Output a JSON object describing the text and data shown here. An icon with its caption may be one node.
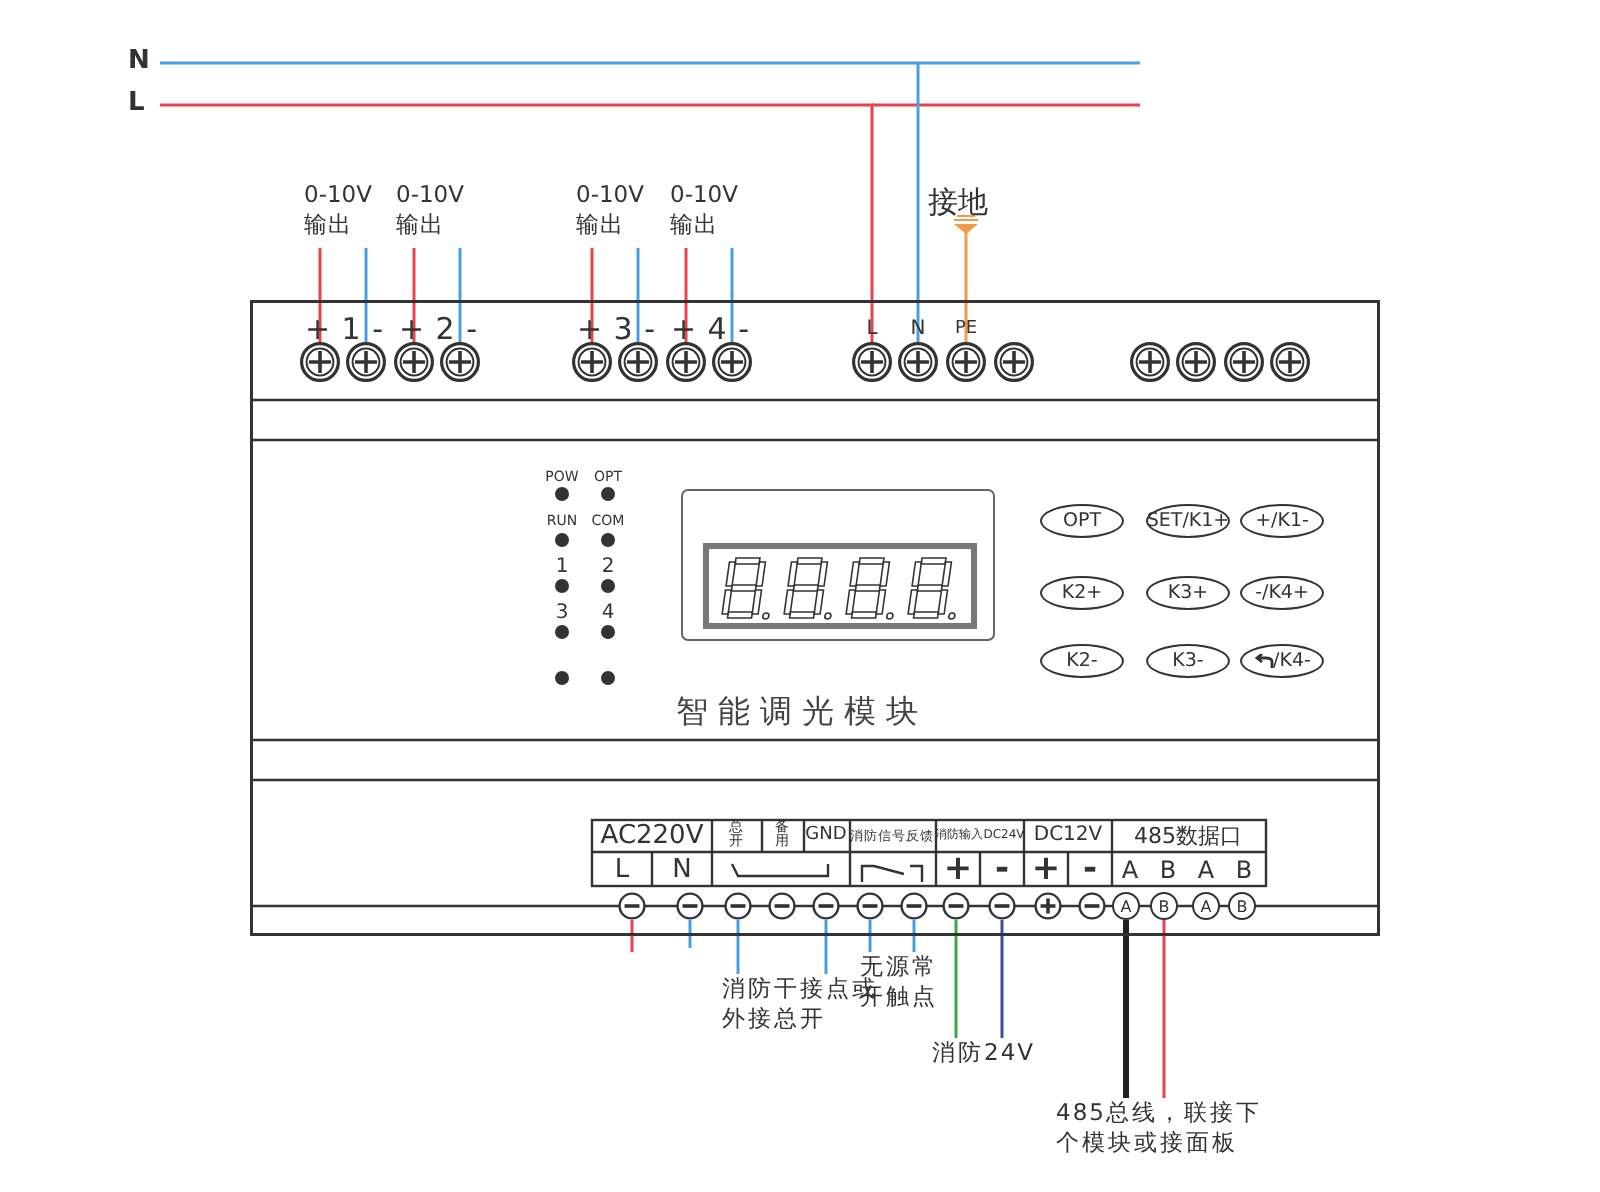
{
  "diagram": {
    "nodes": [
      {
        "text": [
          "智能调光模块"
        ]
      },
      {
        "text": [
          "N"
        ]
      },
      {
        "text": [
          "L"
        ]
      },
      {
        "text": [
          "0-10V 输出"
        ]
      },
      {
        "text": [
          "0-10V 输出"
        ]
      },
      {
        "text": [
          "0-10V 输出"
        ]
      },
      {
        "text": [
          "0-10V 输出"
        ]
      },
      {
        "text": [
          "接地"
        ]
      },
      {
        "text": [],
        "shape": "circle",
        "in": 0
      },
      {
        "text": [],
        "shape": "circle",
        "in": 0
      },
      {
        "text": [],
        "shape": "circle",
        "in": 0
      },
      {
        "text": [],
        "shape": "circle",
        "in": 0
      },
      {
        "text": [],
        "shape": "circle",
        "in": 0
      },
      {
        "text": [],
        "shape": "circle",
        "in": 0
      },
      {
        "text": [],
        "shape": "circle",
        "in": 0
      },
      {
        "text": [],
        "shape": "circle",
        "in": 0
      },
      {
        "text": [],
        "shape": "circle",
        "in": 0
      },
      {
        "text": [],
        "shape": "circle",
        "in": 0
      },
      {
        "text": [],
        "shape": "circle",
        "in": 0
      },
      {
        "text": [],
        "shape": "circle",
        "in": 0
      },
      {
        "text": [],
        "shape": "circle",
        "in": 0
      },
      {
        "text": [],
        "shape": "circle",
        "in": 0
      },
      {
        "text": [],
        "shape": "circle",
        "in": 0
      },
      {
        "text": [],
        "shape": "circle",
        "in": 0
      },
      {
        "text": [
          "OPT"
        ],
        "in": 0
      },
      {
        "text": [
          "SET/K1+"
        ],
        "in": 0
      },
      {
        "text": [
          "+/K1-"
        ],
        "in": 0
      },
      {
        "text": [
          "K2+"
        ],
        "in": 0
      },
      {
        "text": [
          "K3+"
        ],
        "in": 0
      },
      {
        "text": [
          "-/K4+"
        ],
        "in": 0
      },
      {
        "text": [
          "K2-"
        ],
        "in": 0
      },
      {
        "text": [
          "K3-"
        ],
        "in": 0
      },
      {
        "text": [
          "/K4-"
        ],
        "in": 0
      },
      {
        "text": [],
        "shape": "circle",
        "in": 0
      },
      {
        "text": [],
        "shape": "circle",
        "in": 0
      },
      {
        "text": [],
        "shape": "circle",
        "in": 0
      },
      {
        "text": [],
        "shape": "circle",
        "in": 0
      },
      {
        "text": [],
        "shape": "circle",
        "in": 0
      },
      {
        "text": [],
        "shape": "circle",
        "in": 0
      },
      {
        "text": [],
        "shape": "circle",
        "in": 0
      },
      {
        "text": [],
        "shape": "circle",
        "in": 0
      },
      {
        "text": [],
        "shape": "circle",
        "in": 0
      },
      {
        "text": [],
        "shape": "circle",
        "in": 0
      },
      {
        "text": [],
        "shape": "circle",
        "in": 0
      },
      {
        "text": [
          "A"
        ],
        "in": 0
      },
      {
        "text": [
          "B"
        ],
        "in": 0
      },
      {
        "text": [
          "A"
        ],
        "in": 0
      },
      {
        "text": [
          "B"
        ],
        "in": 0
      },
      {
        "text": [
          "消防干接点或外接总开"
        ]
      },
      {
        "text": [
          "无源常开触点"
        ]
      },
      {
        "text": [
          "消防24V"
        ]
      },
      {
        "text": [
          "485总线，联接下个模块或接面板"
        ]
      }
    ],
    "edges": [
      {
        "from": 1,
        "to": 17,
        "arrow": "none",
        "color": "#4a9fe0"
      },
      {
        "from": 2,
        "to": 16,
        "arrow": "none",
        "color": "#e8424c"
      },
      {
        "from": 7,
        "to": 18,
        "arrow": "other",
        "color": "#f2994a"
      },
      {
        "from": 3,
        "to": 8,
        "arrow": "none",
        "color": "#e8424c"
      },
      {
        "from": 3,
        "to": 9,
        "arrow": "none",
        "color": "#4a9fe0"
      },
      {
        "from": 4,
        "to": 10,
        "arrow": "none",
        "color": "#e8424c"
      },
      {
        "from": 4,
        "to": 11,
        "arrow": "none",
        "color": "#4a9fe0"
      },
      {
        "from": 5,
        "to": 12,
        "arrow": "none",
        "color": "#e8424c"
      },
      {
        "from": 5,
        "to": 13,
        "arrow": "none",
        "color": "#4a9fe0"
      },
      {
        "from": 6,
        "to": 14,
        "arrow": "none",
        "color": "#e8424c"
      },
      {
        "from": 6,
        "to": 15,
        "arrow": "none",
        "color": "#4a9fe0"
      },
      {
        "from": null,
        "to": 33,
        "arrow": "none",
        "color": "#e8424c"
      },
      {
        "from": null,
        "to": 34,
        "arrow": "none",
        "color": "#4a9fe0"
      },
      {
        "from": 48,
        "to": 35,
        "arrow": "none",
        "color": "#4a9fe0"
      },
      {
        "from": 48,
        "to": 37,
        "arrow": "none",
        "color": "#4a9fe0"
      },
      {
        "from": 49,
        "to": 38,
        "arrow": "none",
        "color": "#4a9fe0"
      },
      {
        "from": 49,
        "to": 39,
        "arrow": "none",
        "color": "#4a9fe0"
      },
      {
        "from": 50,
        "to": 40,
        "arrow": "none",
        "color": "#3aa845"
      },
      {
        "from": 50,
        "to": 41,
        "arrow": "none",
        "color": "#3f4b9c"
      },
      {
        "from": 51,
        "to": 44,
        "arrow": "none",
        "style": "thick",
        "color": "#222222"
      },
      {
        "from": 51,
        "to": 45,
        "arrow": "none",
        "color": "#e8424c"
      }
    ],
    "labels": [
      "+ 1 -",
      "+ 2 -",
      "+ 3 -",
      "+ 4 -",
      "L",
      "N",
      "PE",
      "POW",
      "OPT",
      "RUN",
      "COM",
      "1",
      "2",
      "3",
      "4",
      "AC220V",
      "总开",
      "备用",
      "GND",
      "消防信号反馈",
      "消防输入DC24V",
      "DC12V",
      "485数据口",
      "L",
      "N",
      "+",
      "-",
      "+",
      "-",
      "A",
      "B",
      "A",
      "B"
    ]
  }
}
